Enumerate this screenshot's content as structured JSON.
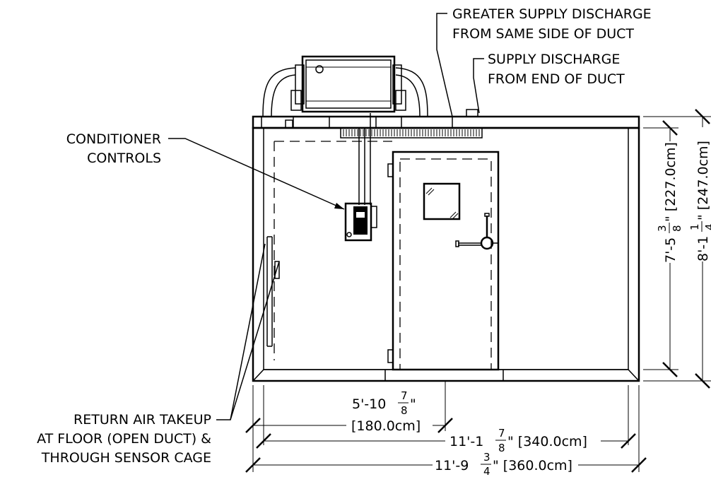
{
  "callouts": {
    "greater_supply_line1": "GREATER SUPPLY DISCHARGE",
    "greater_supply_line2": "FROM SAME SIDE OF DUCT",
    "supply_end_line1": "SUPPLY DISCHARGE",
    "supply_end_line2": "FROM END OF DUCT",
    "controls_line1": "CONDITIONER",
    "controls_line2": "CONTROLS",
    "return_line1": "RETURN AIR TAKEUP",
    "return_line2": "AT FLOOR (OPEN DUCT) &",
    "return_line3": "THROUGH SENSOR CAGE"
  },
  "dimensions": {
    "door_offset": {
      "whole": "5'-10",
      "num": "7",
      "den": "8",
      "tail": "\"",
      "metric": "[180.0cm]"
    },
    "inner_width": {
      "whole": "11'-1",
      "num": "7",
      "den": "8",
      "tail": "\" [340.0cm]"
    },
    "outer_width": {
      "whole": "11'-9",
      "num": "3",
      "den": "4",
      "tail": "\" [360.0cm]"
    },
    "inner_height": {
      "whole": "7'-5",
      "num": "3",
      "den": "8",
      "tail": "\" [227.0cm]"
    },
    "outer_height": {
      "whole": "8'-1",
      "num": "1",
      "den": "4",
      "tail": "\" [247.0cm]"
    }
  }
}
